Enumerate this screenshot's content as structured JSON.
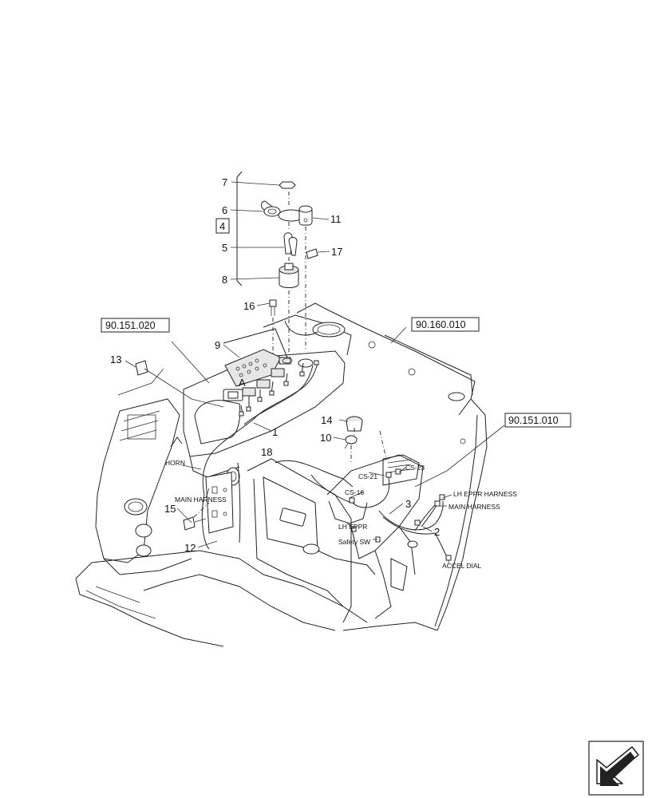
{
  "callouts": {
    "c1": "1",
    "c2": "2",
    "c3": "3",
    "c4": "4",
    "c5": "5",
    "c6": "6",
    "c7": "7",
    "c8": "8",
    "c9": "9",
    "c10": "10",
    "c11": "11",
    "c12": "12",
    "c13": "13",
    "c14": "14",
    "c15": "15",
    "c16": "16",
    "c17": "17",
    "c18": "18",
    "cA": "A"
  },
  "references": {
    "r1": "90.151.020",
    "r2": "90.160.010",
    "r3": "90.151.010"
  },
  "labels": {
    "horn": "HORN",
    "main_harness_left": "MAIN HARNESS",
    "cs21": "CS-21",
    "cs23": "CS-23",
    "cs16": "CS-16",
    "lh_eppr": "LH EPPR",
    "safety_sw": "Safety SW",
    "lh_eppr_harness": "LH EPPR HARNESS",
    "main_harness_right": "MAIN HARNESS",
    "accel_dial": "ACCEL DIAL"
  },
  "icons": {
    "nav": "arrow-icon"
  }
}
